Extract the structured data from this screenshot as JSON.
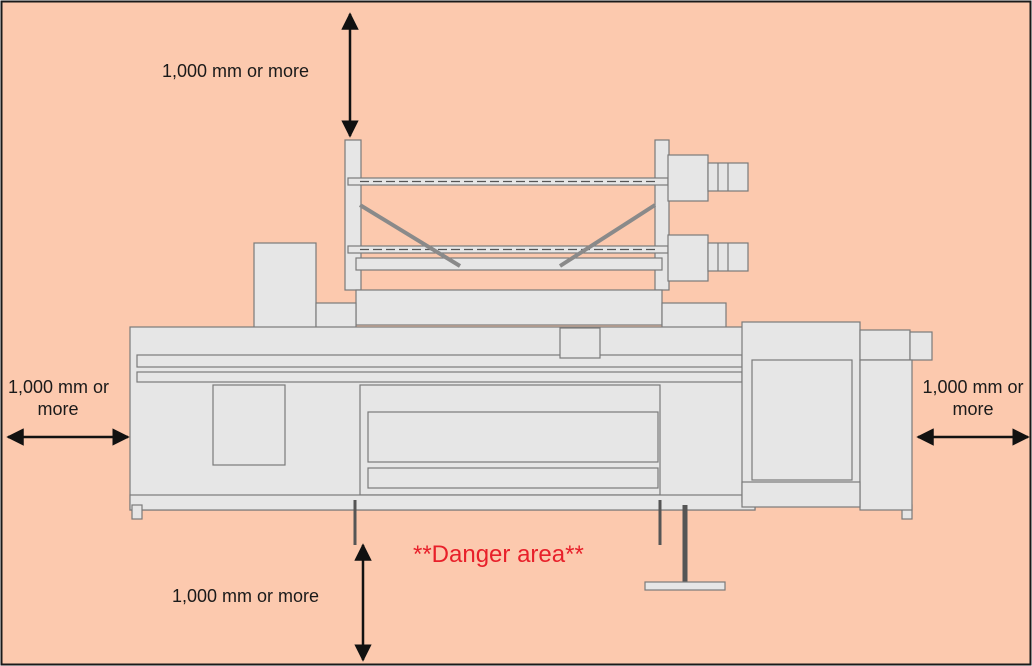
{
  "labels": {
    "top_clearance": "1,000 mm or more",
    "bottom_clearance": "1,000 mm or more",
    "left_clearance_line1": "1,000 mm or",
    "left_clearance_line2": "more",
    "right_clearance_line1": "1,000 mm or",
    "right_clearance_line2": "more",
    "danger_area": "**Danger area**"
  },
  "colors": {
    "background": "#fcc9ae",
    "border": "#1a1a1a",
    "machine_fill": "#e6e6e6",
    "machine_line": "#7a7a7a",
    "arrow": "#111111",
    "danger_text": "#e8202a"
  },
  "icons": {
    "printer": "printer-top-view-icon",
    "arrow": "double-headed-arrow-icon"
  }
}
